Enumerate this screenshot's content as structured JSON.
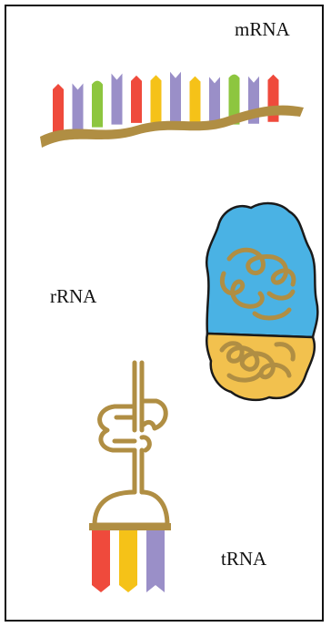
{
  "labels": {
    "mrna": "mRNA",
    "rrna": "rRNA",
    "trna": "tRNA"
  },
  "colors": {
    "backbone": "#b08e43",
    "red": "#ef4a3c",
    "purple": "#9a8fc8",
    "green": "#8dc63f",
    "yellow": "#f5c218",
    "ribosome_large": "#4ab2e4",
    "ribosome_small": "#f2c14e",
    "outline": "#1a1a1a"
  },
  "mrna": {
    "bases": [
      "red",
      "purple",
      "green",
      "purple",
      "red",
      "yellow",
      "purple",
      "yellow",
      "purple",
      "green",
      "purple",
      "red"
    ]
  },
  "trna": {
    "bases": [
      "red",
      "yellow",
      "purple"
    ]
  }
}
